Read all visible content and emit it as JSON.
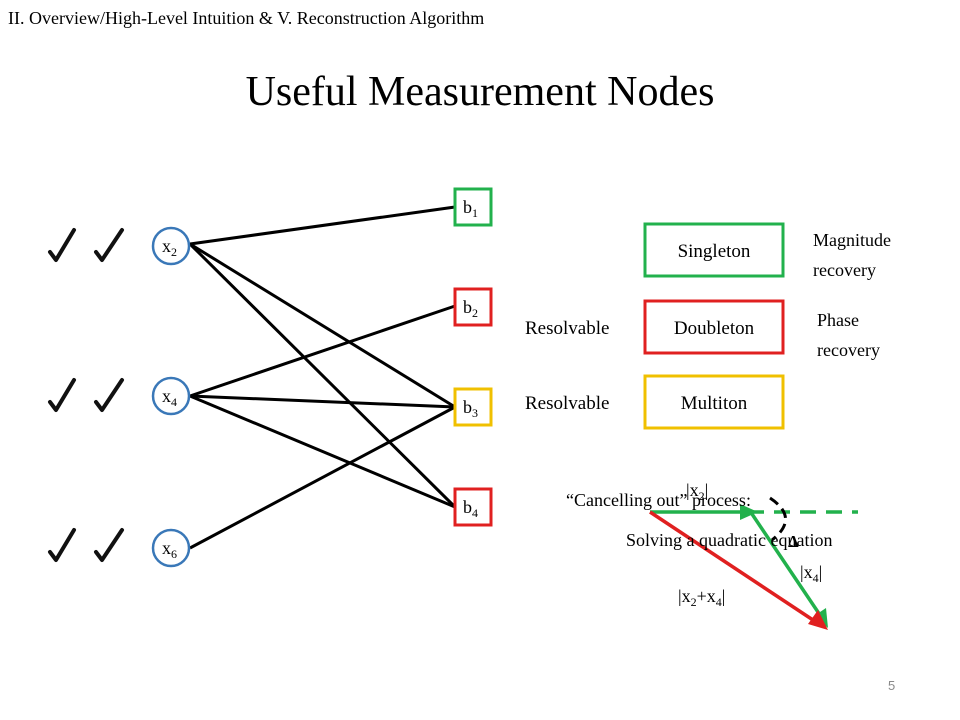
{
  "header": "II. Overview/High-Level Intuition & V. Reconstruction Algorithm",
  "title": "Useful Measurement Nodes",
  "page_number": "5",
  "variable_nodes": [
    {
      "base": "x",
      "sub": "2"
    },
    {
      "base": "x",
      "sub": "4"
    },
    {
      "base": "x",
      "sub": "6"
    }
  ],
  "check_nodes": [
    {
      "base": "b",
      "sub": "1"
    },
    {
      "base": "b",
      "sub": "2"
    },
    {
      "base": "b",
      "sub": "3"
    },
    {
      "base": "b",
      "sub": "4"
    }
  ],
  "node_types": {
    "singleton": "Singleton",
    "doubleton": "Doubleton",
    "multiton": "Multiton",
    "singleton_color": "#22b14c",
    "doubleton_color": "#e02020",
    "multiton_color": "#f0c000"
  },
  "labels": {
    "magnitude_recovery": "Magnitude recovery",
    "phase_recovery": "Phase recovery",
    "resolvable_1": "Resolvable",
    "resolvable_2": "Resolvable"
  },
  "cancelling": {
    "text": "“Cancelling out” process:",
    "equation": "Solving a quadratic equation",
    "vec_x2_base": "x",
    "vec_x2_sub": "2",
    "vec_x4_base": "x",
    "vec_x4_sub": "4",
    "sum_parts": [
      "x",
      "2",
      "+x",
      "4"
    ],
    "angle_symbol": "Δ"
  },
  "colors": {
    "node_border": "#3a78b8",
    "edge": "#000000",
    "green_vec": "#22b14c",
    "red_vec": "#e02020"
  }
}
